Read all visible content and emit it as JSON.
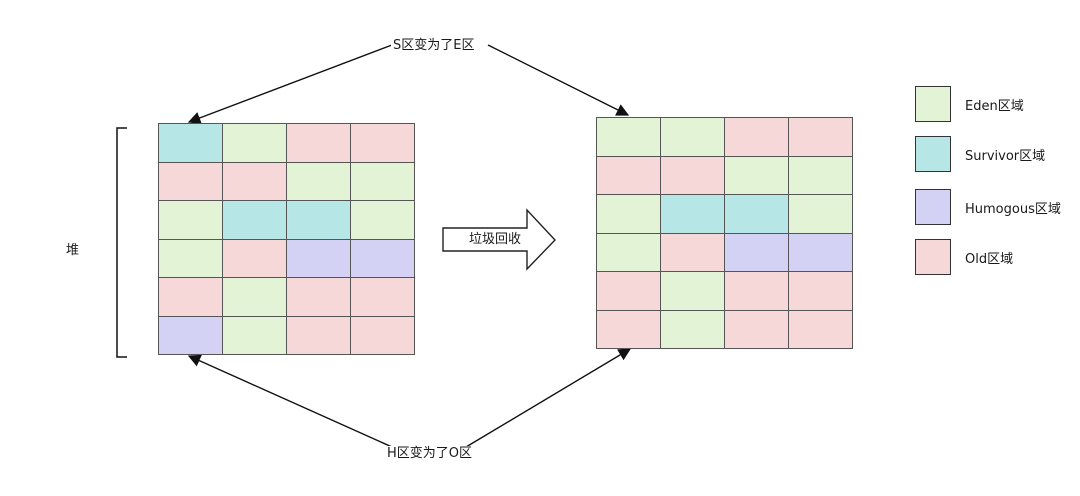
{
  "labels": {
    "top": "S区变为了E区",
    "bottom": "H区变为了O区",
    "heap": "堆",
    "gc": "垃圾回收"
  },
  "colors": {
    "E": "#e2f3d6",
    "S": "#b6e6e6",
    "H": "#d3d2f5",
    "O": "#f7d8d9"
  },
  "legend": [
    {
      "key": "E",
      "label": "Eden区域"
    },
    {
      "key": "S",
      "label": "Survivor区域"
    },
    {
      "key": "H",
      "label": "Humogous区域"
    },
    {
      "key": "O",
      "label": "Old区域"
    }
  ],
  "grid_before": [
    [
      "S",
      "E",
      "O",
      "O"
    ],
    [
      "O",
      "O",
      "E",
      "E"
    ],
    [
      "E",
      "S",
      "S",
      "E"
    ],
    [
      "E",
      "O",
      "H",
      "H"
    ],
    [
      "O",
      "E",
      "O",
      "O"
    ],
    [
      "H",
      "E",
      "O",
      "O"
    ]
  ],
  "grid_after": [
    [
      "E",
      "E",
      "O",
      "O"
    ],
    [
      "O",
      "O",
      "E",
      "E"
    ],
    [
      "E",
      "S",
      "S",
      "E"
    ],
    [
      "E",
      "O",
      "H",
      "H"
    ],
    [
      "O",
      "E",
      "O",
      "O"
    ],
    [
      "O",
      "E",
      "O",
      "O"
    ]
  ]
}
